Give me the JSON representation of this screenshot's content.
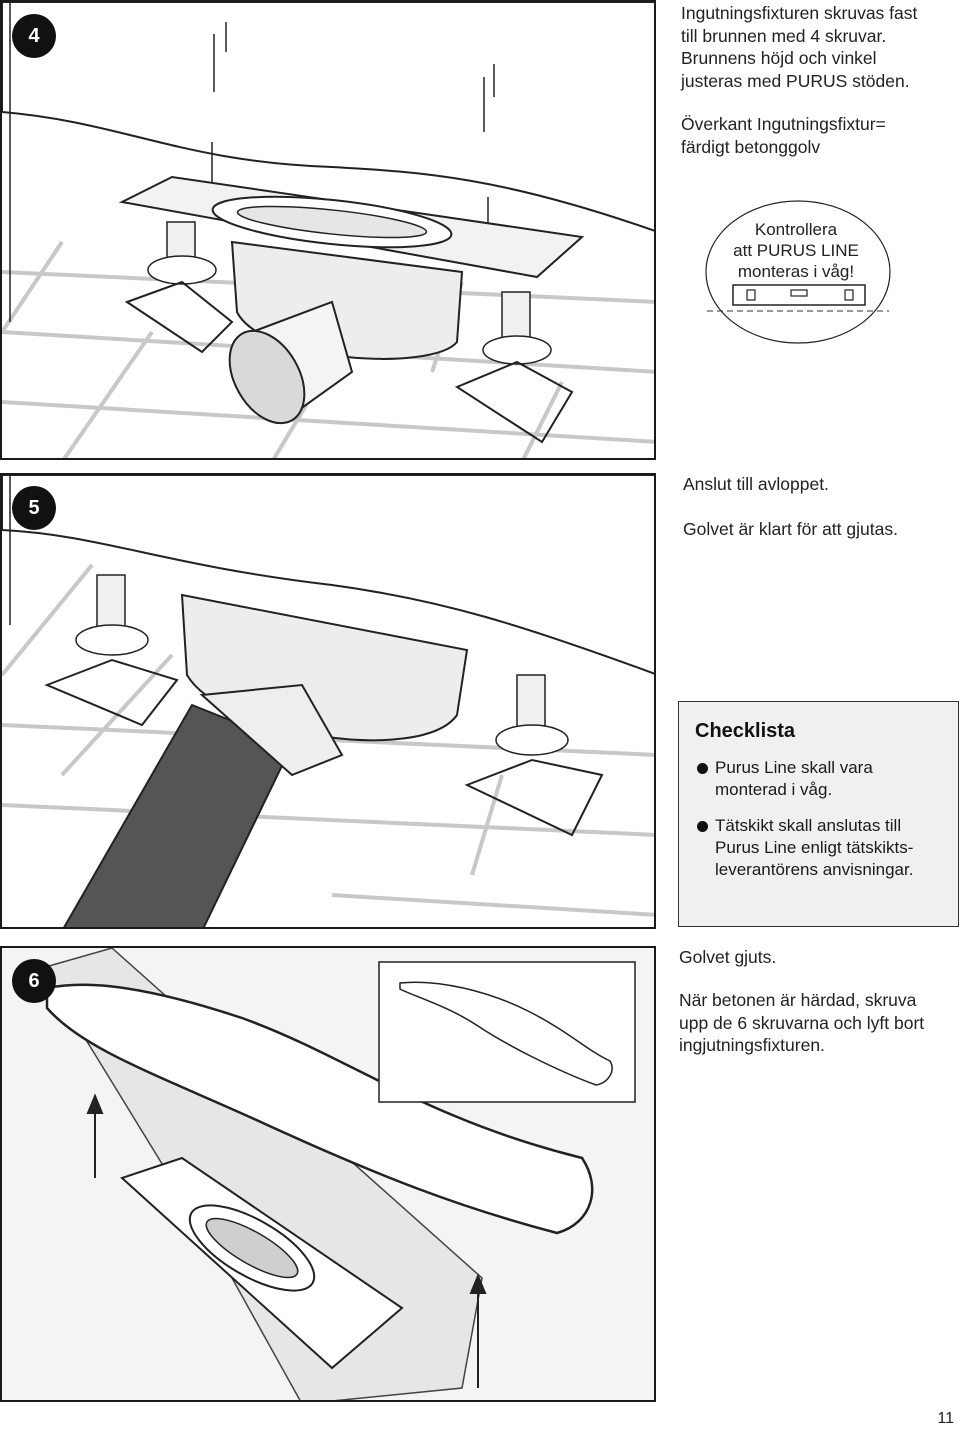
{
  "step4": {
    "badge": "4",
    "lines": [
      "Ingutningsfixturen skruvas fast",
      "till brunnen med 4 skruvar.",
      "Brunnens höjd och vinkel",
      "justeras med PURUS stöden."
    ],
    "note_lines": [
      "Överkant Ingutningsfixtur=",
      "färdigt betonggolv"
    ],
    "level_lines": [
      "Kontrollera",
      "att PURUS LINE",
      "monteras i våg!"
    ]
  },
  "step5": {
    "badge": "5",
    "line1": "Anslut till avloppet.",
    "line2": "Golvet är klart för att gjutas."
  },
  "checklist": {
    "title": "Checklista",
    "items": [
      [
        "Purus Line skall vara",
        "monterad i våg."
      ],
      [
        "Tätskikt skall anslutas till",
        "Purus Line enligt tätskikts-",
        "leverantörens anvisningar."
      ]
    ]
  },
  "step6": {
    "badge": "6",
    "line1": "Golvet gjuts.",
    "lines": [
      "När betonen är härdad, skruva",
      "upp de 6 skruvarna och lyft bort",
      "ingjutningsfixturen."
    ]
  },
  "page_number": "11"
}
